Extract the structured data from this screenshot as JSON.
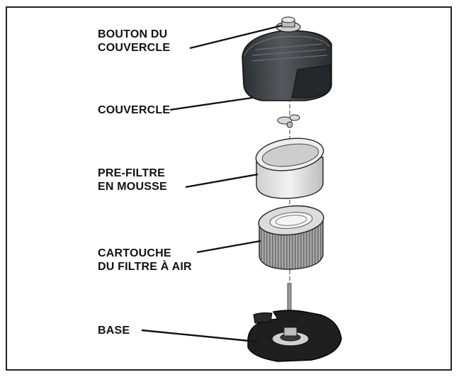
{
  "labels": {
    "knob": [
      "BOUTON DU",
      "COUVERCLE"
    ],
    "cover": "COUVERCLE",
    "prefilter": [
      "PRE-FILTRE",
      "EN MOUSSE"
    ],
    "cartridge": [
      "CARTOUCHE",
      "DU FILTRE À AIR"
    ],
    "base": "BASE"
  },
  "colors": {
    "ink": "#111111",
    "cover": "#3a3d40",
    "foam": "#e6e6e6",
    "pleat": "#8a8a8a",
    "base": "#1c1c1c"
  }
}
